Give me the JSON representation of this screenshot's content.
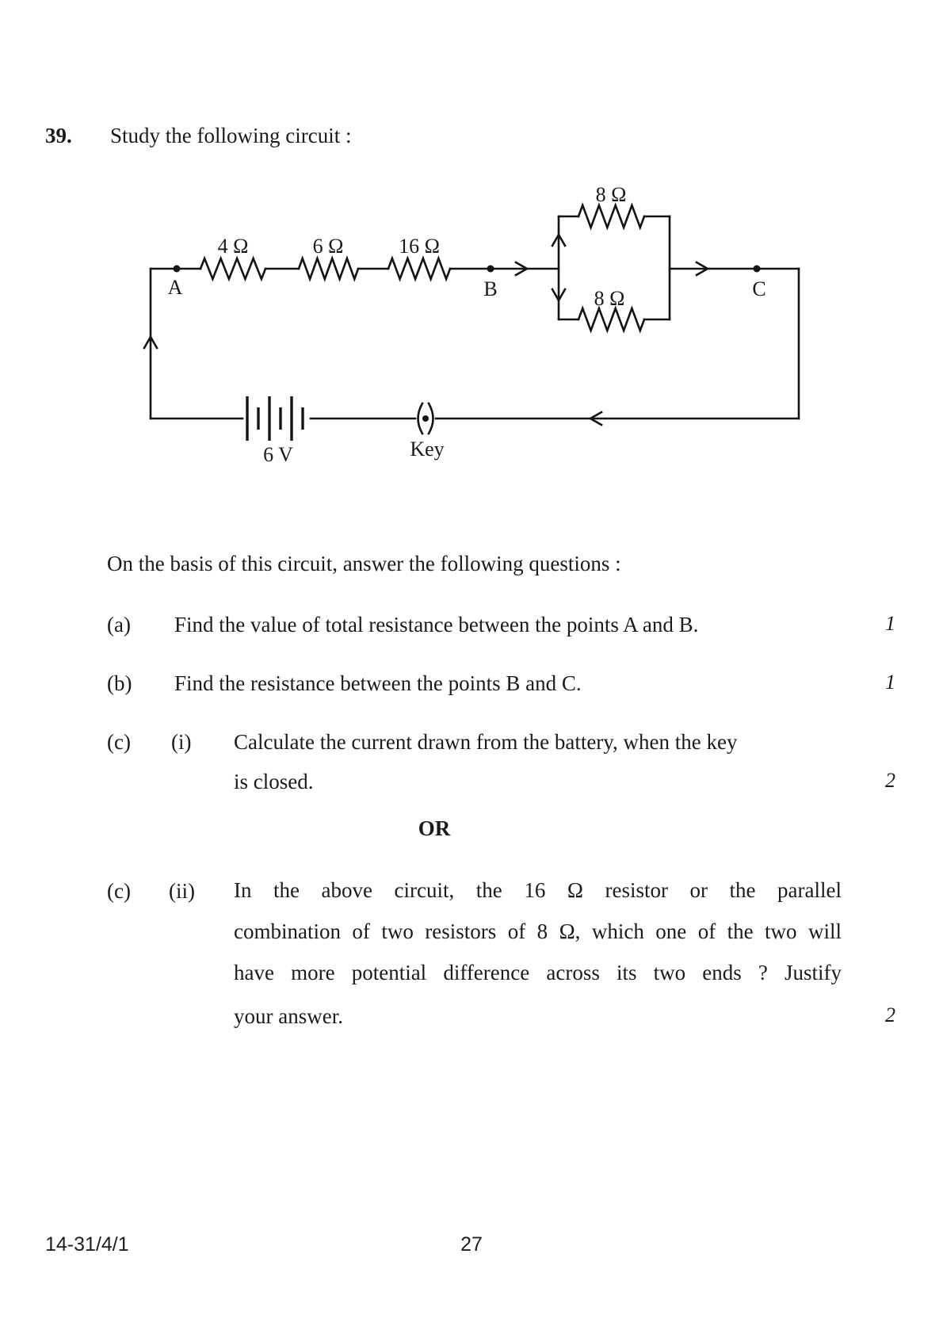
{
  "question": {
    "number": "39.",
    "title": "Study the following circuit :",
    "intro": "On the basis of this circuit, answer the following questions :",
    "or_separator": "OR",
    "parts": [
      {
        "label": "(a)",
        "sublabel": "",
        "lines": [
          "Find the value of total resistance between the points A and B."
        ],
        "marks": "1"
      },
      {
        "label": "(b)",
        "sublabel": "",
        "lines": [
          "Find the resistance between the points B and C."
        ],
        "marks": "1"
      },
      {
        "label": "(c)",
        "sublabel": "(i)",
        "lines": [
          "Calculate the current drawn from the battery, when the key",
          "is closed."
        ],
        "marks": "2"
      },
      {
        "label": "(c)",
        "sublabel": "(ii)",
        "lines": [
          "In the above circuit, the 16 Ω resistor or the parallel",
          "combination of two resistors of 8 Ω, which one of the two will",
          "have more potential difference across its two ends ? Justify",
          "your answer."
        ],
        "marks": "2"
      }
    ]
  },
  "circuit": {
    "resistor_ab_1": "4 Ω",
    "resistor_ab_2": "6 Ω",
    "resistor_ab_3": "16 Ω",
    "resistor_parallel_top": "8 Ω",
    "resistor_parallel_bottom": "8 Ω",
    "node_a": "A",
    "node_b": "B",
    "node_c": "C",
    "battery_label": "6 V",
    "key_label": "Key"
  },
  "footer": {
    "paper_code": "14-31/4/1",
    "page_number": "27"
  }
}
